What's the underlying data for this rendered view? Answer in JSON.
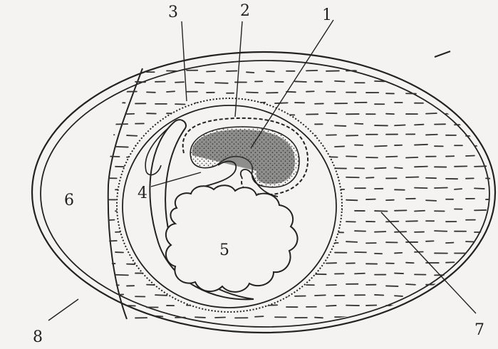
{
  "figure": {
    "labels": [
      {
        "id": "1",
        "text": "1"
      },
      {
        "id": "2",
        "text": "2"
      },
      {
        "id": "3",
        "text": "3"
      },
      {
        "id": "4",
        "text": "4"
      },
      {
        "id": "5",
        "text": "5"
      },
      {
        "id": "6",
        "text": "6"
      },
      {
        "id": "7",
        "text": "7"
      },
      {
        "id": "8",
        "text": "8"
      }
    ]
  },
  "colors": {
    "paper": "#f4f3f1",
    "ink": "#222222",
    "embryo_fill": "#3a3a3a"
  }
}
